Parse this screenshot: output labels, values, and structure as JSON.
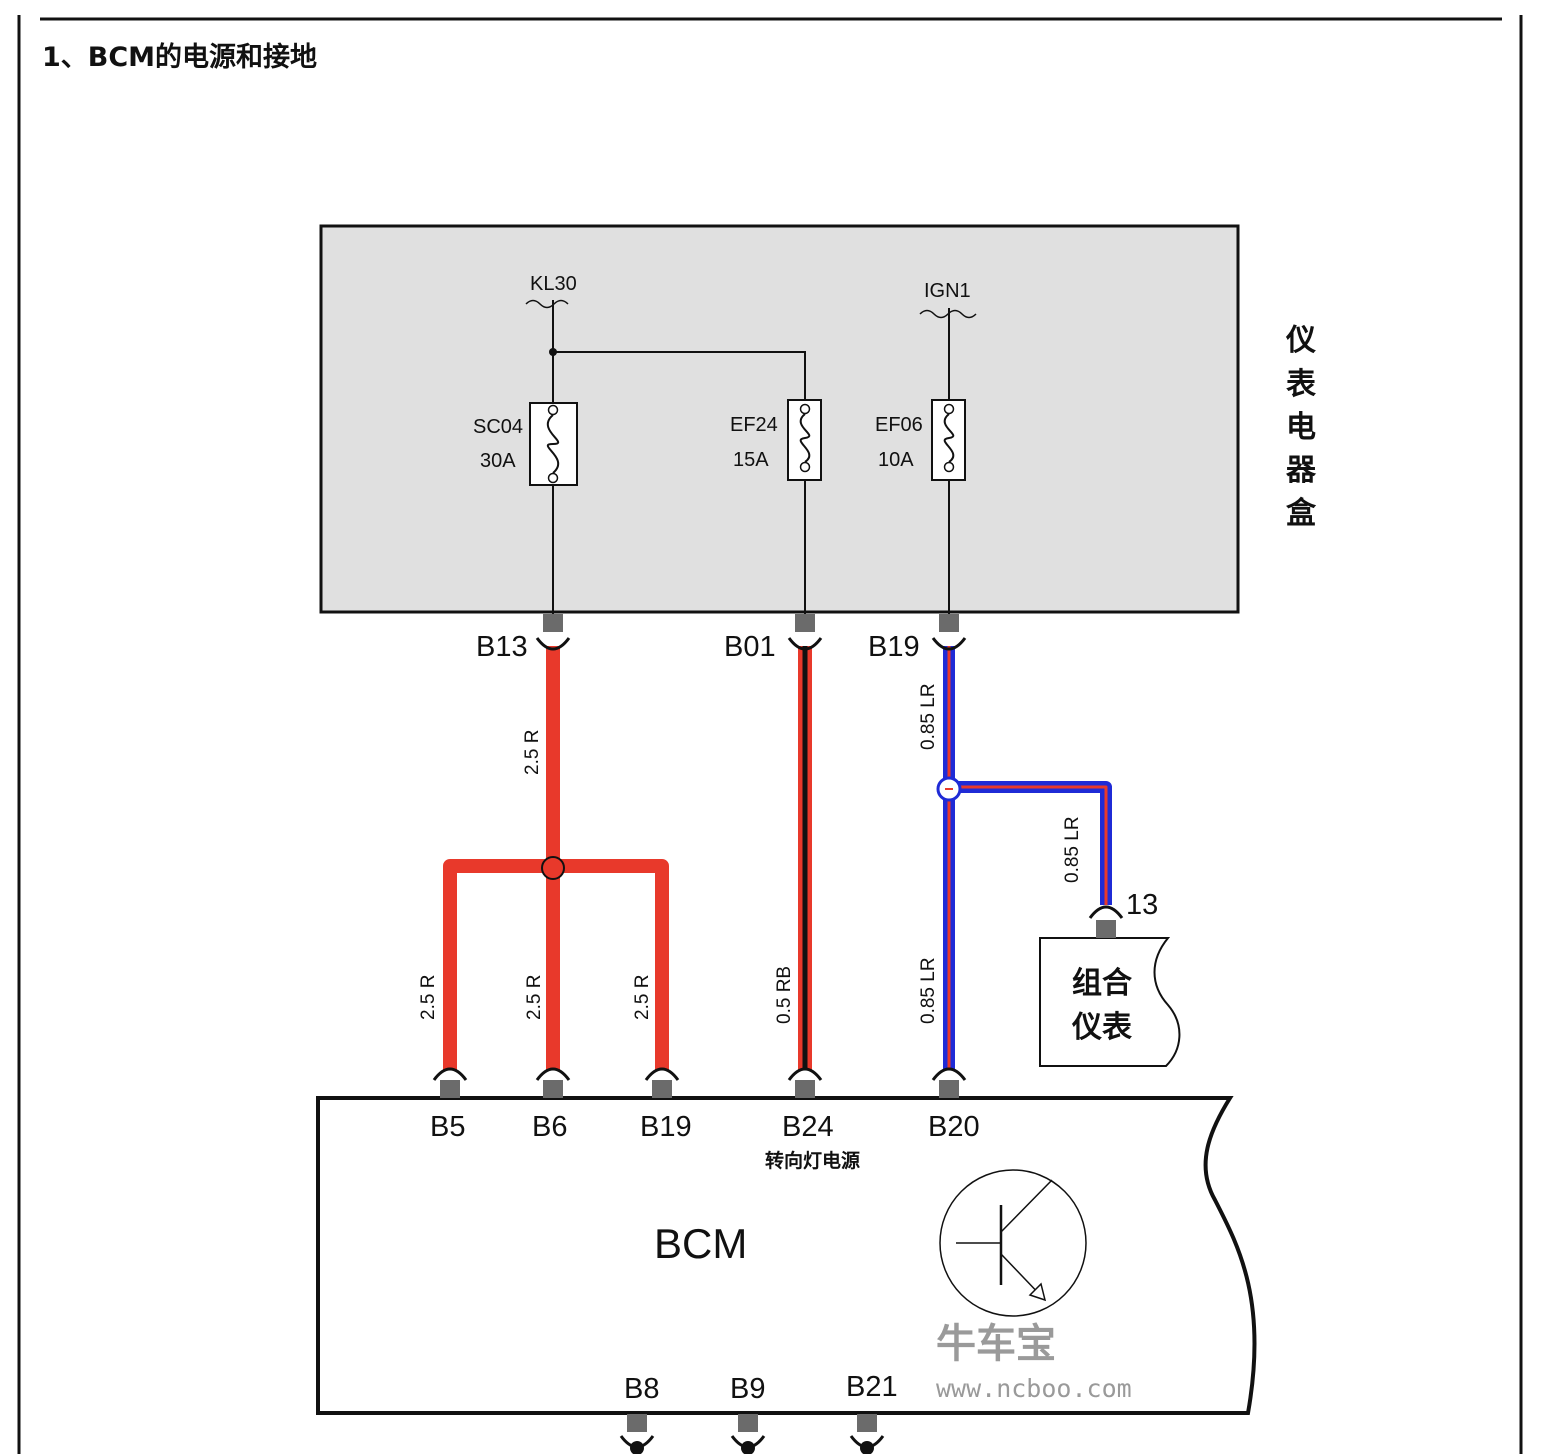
{
  "section_title": "1、BCM的电源和接地",
  "fuse_box": {
    "label_chars": [
      "仪",
      "表",
      "电",
      "器",
      "盒"
    ],
    "supplies": {
      "kl30": "KL30",
      "ign1": "IGN1"
    },
    "fuses": [
      {
        "id": "SC04",
        "rating": "30A"
      },
      {
        "id": "EF24",
        "rating": "15A"
      },
      {
        "id": "EF06",
        "rating": "10A"
      }
    ],
    "pins": [
      "B13",
      "B01",
      "B19"
    ]
  },
  "wires": {
    "red_main": "2.5 R",
    "red_b5": "2.5 R",
    "red_b6": "2.5 R",
    "red_b19": "2.5 R",
    "redblack": "0.5 RB",
    "blue_upper": "0.85 LR",
    "blue_branch": "0.85 LR",
    "blue_lower": "0.85 LR"
  },
  "cluster": {
    "pin": "13",
    "line1": "组合",
    "line2": "仪表"
  },
  "bcm": {
    "title": "BCM",
    "top_pins": [
      "B5",
      "B6",
      "B19",
      "B24",
      "B20"
    ],
    "b24_note": "转向灯电源",
    "bottom_pins": [
      "B8",
      "B9",
      "B21"
    ]
  },
  "watermark": {
    "brand": "牛车宝",
    "url": "www.ncboo.com"
  },
  "colors": {
    "red": "#e8392b",
    "blue": "#1f2bd6",
    "black": "#111111",
    "box_fill": "#e0e0e0",
    "connector": "#6b6b6b",
    "watermark": "#9a9a9a"
  }
}
